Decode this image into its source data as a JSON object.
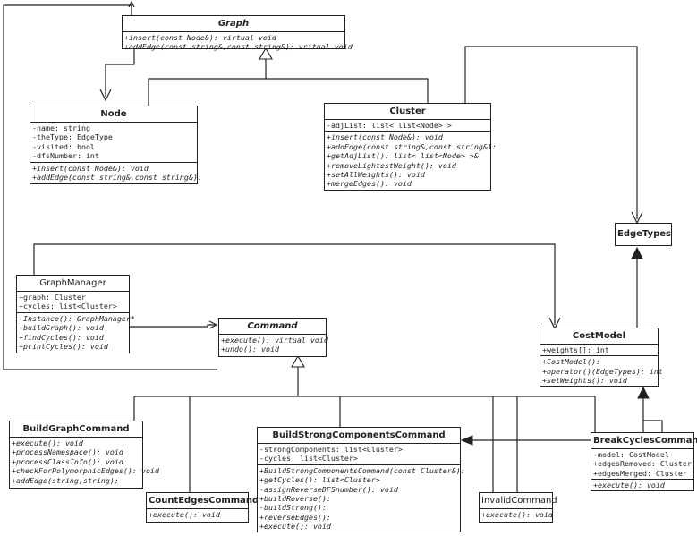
{
  "classes": {
    "graph": {
      "name": "Graph",
      "operations": [
        "+insert(const Node&): virtual void",
        "+addEdge(const string&,const string&): vritual void"
      ]
    },
    "node": {
      "name": "Node",
      "attributes": [
        "-name: string",
        "-theType: EdgeType",
        "-visited: bool",
        "-dfsNumber: int"
      ],
      "operations": [
        "+insert(const Node&): void",
        "+addEdge(const string&,const string&):"
      ]
    },
    "cluster": {
      "name": "Cluster",
      "attributes": [
        "-adjList: list< list<Node> >"
      ],
      "operations": [
        "+insert(const Node&): void",
        "+addEdge(const string&,const string&):",
        "+getAdjList(): list< list<Node> >&",
        "+removeLightestWeight(): void",
        "+setAllWeights(): void",
        "+mergeEdges(): void"
      ]
    },
    "edgetypes": {
      "name": "EdgeTypes"
    },
    "graphmanager": {
      "name": "GraphManager",
      "attributes": [
        "+graph: Cluster",
        "+cycles: list<Cluster>"
      ],
      "operations": [
        "+Instance(): GraphManager*",
        "+buildGraph(): void",
        "+findCycles(): void",
        "+printCycles(): void"
      ]
    },
    "command": {
      "name": "Command",
      "operations": [
        "+execute(): virtual void",
        "+undo(): void"
      ]
    },
    "costmodel": {
      "name": "CostModel",
      "attributes": [
        "+weights[]: int"
      ],
      "operations": [
        "+CostModel():",
        "+operator()(EdgeTypes): int",
        "+setWeights(): void"
      ]
    },
    "buildgraph": {
      "name": "BuildGraphCommand",
      "operations": [
        "+execute(): void",
        "+processNamespace(): void",
        "+processClassInfo(): void",
        "+checkForPolymorphicEdges(): void",
        "+addEdge(string,string):"
      ]
    },
    "countedges": {
      "name": "CountEdgesCommand",
      "operations": [
        "+execute(): void"
      ]
    },
    "buildstrong": {
      "name": "BuildStrongComponentsCommand",
      "attributes": [
        "-strongComponents: list<Cluster>",
        "-cycles: list<Cluster>"
      ],
      "operations": [
        "+BuildStrongComponentsCommand(const Cluster&):",
        "+getCycles(): list<Cluster>",
        "-assignReverseDFSnumber(): void",
        "+buildReverse():",
        "-buildStrong():",
        "+reverseEdges():",
        "+execute(): void"
      ]
    },
    "invalid": {
      "name": "InvalidCommand",
      "operations": [
        "+execute(): void"
      ]
    },
    "breakcycles": {
      "name": "BreakCyclesCommand",
      "attributes": [
        "-model: CostModel",
        "+edgesRemoved: Cluster",
        "+edgesMerged: Cluster"
      ],
      "operations": [
        "+execute(): void"
      ]
    }
  }
}
